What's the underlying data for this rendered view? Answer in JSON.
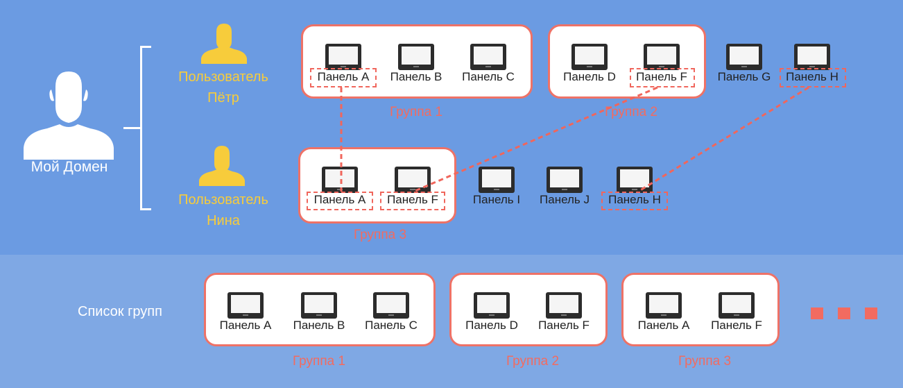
{
  "domain": {
    "label": "Мой Домен",
    "icon": "user-silhouette-icon"
  },
  "users": [
    {
      "name_line1": "Пользователь",
      "name_line2": "Пётр",
      "icon": "user-icon"
    },
    {
      "name_line1": "Пользователь",
      "name_line2": "Нина",
      "icon": "user-icon"
    }
  ],
  "user1_groups": {
    "group1": {
      "label": "Группа 1",
      "panels": [
        "Панель A",
        "Панель B",
        "Панель C"
      ]
    },
    "group2": {
      "label": "Группа 2",
      "panels": [
        "Панель D",
        "Панель F"
      ]
    },
    "loose": [
      "Панель G",
      "Панель H"
    ]
  },
  "user2_groups": {
    "group3": {
      "label": "Группа 3",
      "panels": [
        "Панель A",
        "Панель F"
      ]
    },
    "loose": [
      "Панель I",
      "Панель J",
      "Панель H"
    ]
  },
  "group_list": {
    "label": "Список групп",
    "groups": [
      {
        "label": "Группа 1",
        "panels": [
          "Панель A",
          "Панель B",
          "Панель C"
        ]
      },
      {
        "label": "Группа 2",
        "panels": [
          "Панель D",
          "Панель F"
        ]
      },
      {
        "label": "Группа 3",
        "panels": [
          "Панель A",
          "Панель F"
        ]
      }
    ]
  },
  "colors": {
    "background": "#6b9be2",
    "band_bottom": "#7fa8e4",
    "accent_red": "#f26b60",
    "user_yellow": "#f7cc3b"
  }
}
